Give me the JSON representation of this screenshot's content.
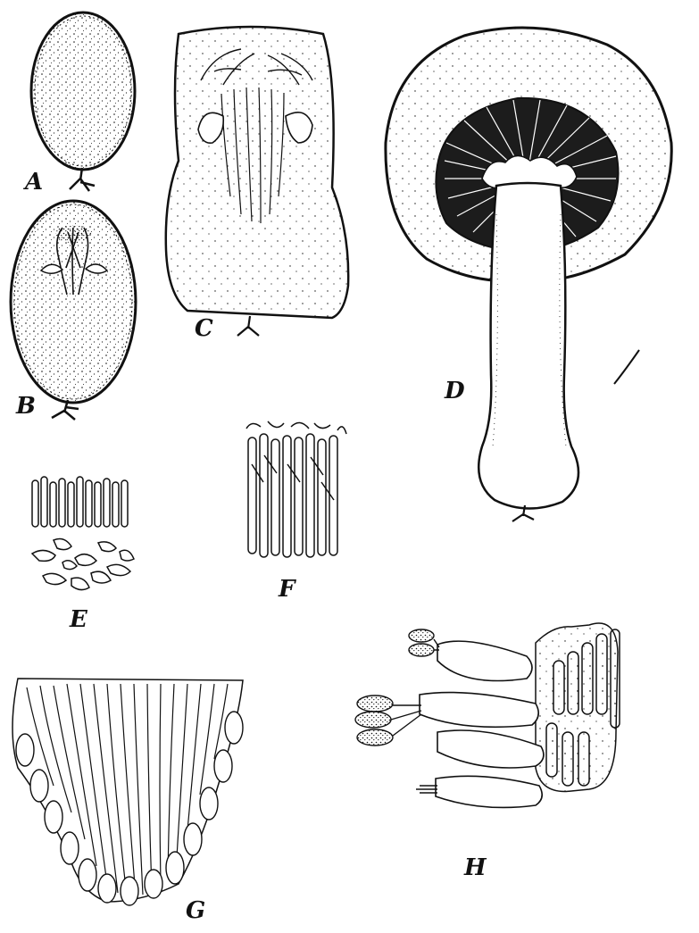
{
  "figure": {
    "panels": [
      {
        "id": "A",
        "label": "A"
      },
      {
        "id": "B",
        "label": "B"
      },
      {
        "id": "C",
        "label": "C"
      },
      {
        "id": "D",
        "label": "D"
      },
      {
        "id": "E",
        "label": "E"
      },
      {
        "id": "F",
        "label": "F"
      },
      {
        "id": "G",
        "label": "G"
      },
      {
        "id": "H",
        "label": "H"
      }
    ],
    "ink_color": "#111111",
    "paper_color": "#ffffff"
  }
}
